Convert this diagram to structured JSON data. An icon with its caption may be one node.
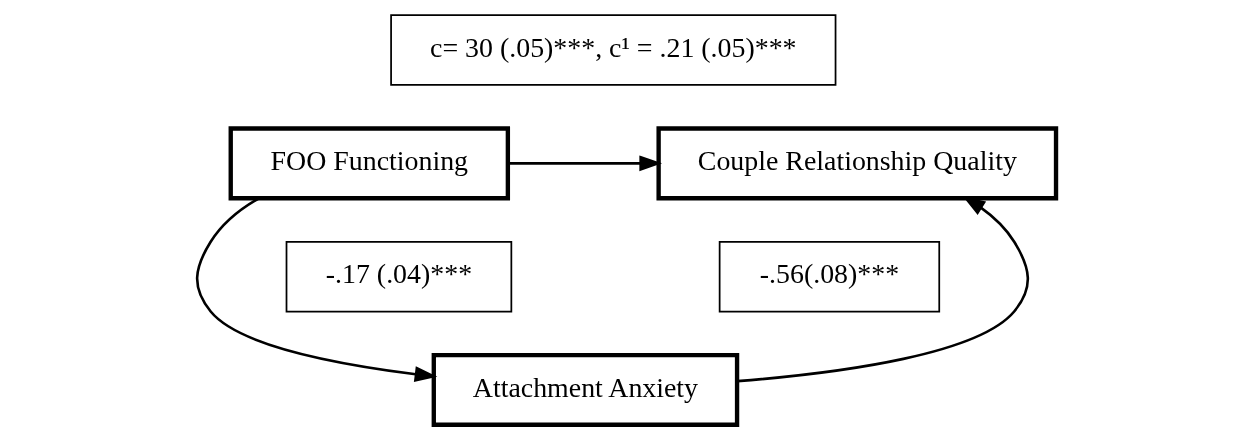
{
  "diagram": {
    "nodes": [
      {
        "text": [
          "FOO Functioning"
        ]
      },
      {
        "text": [
          "Couple Relationship Quality"
        ]
      },
      {
        "text": [
          "Attachment Anxiety"
        ]
      },
      {
        "text": [
          "c= 30 (.05)***, c¹ = .21 (.05)***"
        ]
      },
      {
        "text": [
          "-.17 (.04)***"
        ]
      },
      {
        "text": [
          "-.56(.08)***"
        ]
      }
    ],
    "edges": [
      {
        "from": 0,
        "to": 1,
        "arrow": "to"
      },
      {
        "from": 0,
        "to": 2,
        "arrow": "to"
      },
      {
        "from": 2,
        "to": 1,
        "arrow": "to"
      }
    ]
  }
}
